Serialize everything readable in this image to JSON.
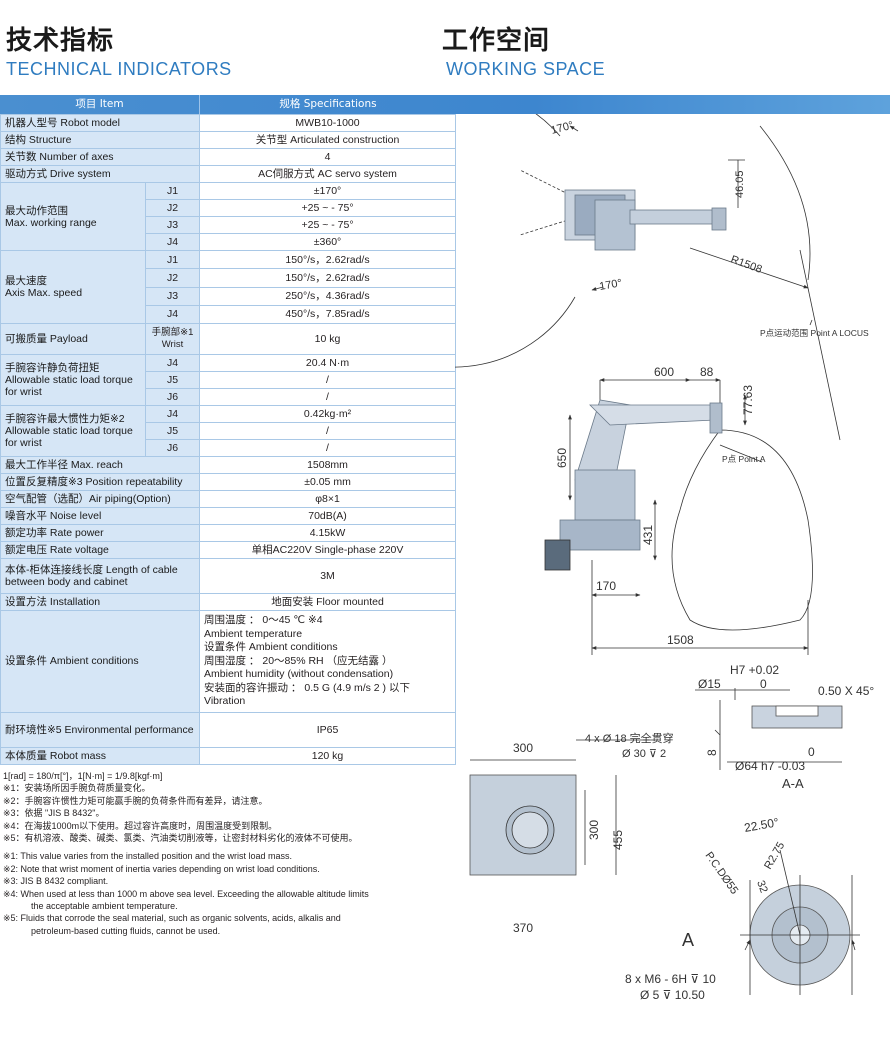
{
  "headings": {
    "tech_cn": "技术指标",
    "tech_en": "TECHNICAL INDICATORS",
    "work_cn": "工作空间",
    "work_en": "WORKING SPACE"
  },
  "table": {
    "header": {
      "item": "项目  Item",
      "spec": "规格  Specifications"
    },
    "model": {
      "label": "机器人型号   Robot model",
      "value": "MWB10-1000"
    },
    "structure": {
      "label": "结构   Structure",
      "value": "关节型  Articulated construction"
    },
    "axes": {
      "label": "关节数   Number of axes",
      "value": "4"
    },
    "drive": {
      "label": "驱动方式   Drive system",
      "value": "AC伺服方式   AC servo system"
    },
    "range": {
      "label_cn": "最大动作范围",
      "label_en": "Max. working range",
      "rows": [
        {
          "axis": "J1",
          "value": "±170°"
        },
        {
          "axis": "J2",
          "value": "+25  ~  - 75°"
        },
        {
          "axis": "J3",
          "value": "+25  ~  - 75°"
        },
        {
          "axis": "J4",
          "value": "±360°"
        }
      ]
    },
    "speed": {
      "label_cn": "最大速度",
      "label_en": "Axis Max. speed",
      "rows": [
        {
          "axis": "J1",
          "value": "150°/s，2.62rad/s"
        },
        {
          "axis": "J2",
          "value": "150°/s，2.62rad/s"
        },
        {
          "axis": "J3",
          "value": "250°/s，4.36rad/s"
        },
        {
          "axis": "J4",
          "value": "450°/s，7.85rad/s"
        }
      ]
    },
    "payload": {
      "label": "可搬质量    Payload",
      "sub_cn": "手腕部※1",
      "sub_en": "Wrist",
      "value": "10 kg"
    },
    "torque": {
      "label_cn": "手腕容许静负荷扭矩",
      "label_en1": "Allowable static load torque",
      "label_en2": "for wrist",
      "rows": [
        {
          "axis": "J4",
          "value": "20.4 N·m"
        },
        {
          "axis": "J5",
          "value": "/"
        },
        {
          "axis": "J6",
          "value": "/"
        }
      ]
    },
    "inertia": {
      "label_cn": "手腕容许最大惯性力矩※2",
      "label_en1": "Allowable static load torque",
      "label_en2": "for wrist",
      "rows": [
        {
          "axis": "J4",
          "value": "0.42kg·m²"
        },
        {
          "axis": "J5",
          "value": "/"
        },
        {
          "axis": "J6",
          "value": "/"
        }
      ]
    },
    "reach": {
      "label": "最大工作半径   Max. reach",
      "value": "1508mm"
    },
    "repeat": {
      "label": "位置反复精度※3  Position repeatability",
      "value": "±0.05 mm"
    },
    "air": {
      "label": "空气配管（选配）Air piping(Option)",
      "value": "φ8×1"
    },
    "noise": {
      "label": "噪音水平  Noise level",
      "value": "70dB(A)"
    },
    "power": {
      "label": "额定功率 Rate power",
      "value": "4.15kW"
    },
    "voltage": {
      "label": "额定电压 Rate voltage",
      "value": "单相AC220V   Single-phase 220V"
    },
    "cable": {
      "label1": "本体-柜体连接线长度   Length of cable",
      "label2": "between body and cabinet",
      "value": "3M"
    },
    "install": {
      "label": "设置方法    Installation",
      "value": "地面安装  Floor mounted"
    },
    "ambient": {
      "label": "设置条件    Ambient conditions",
      "lines": [
        "周围温度  ：  0～45 ℃ ※4",
        "Ambient temperature",
        "设置条件 Ambient conditions",
        "周围湿度  ：  20～85% RH  （应无结露 ）",
        "Ambient humidity (without condensation)",
        "安装面的容许振动  ：  0.5 G (4.9 m/s 2 ) 以下",
        "Vibration"
      ]
    },
    "env": {
      "label": "耐环境性※5  Environmental performance",
      "value": "IP65"
    },
    "mass": {
      "label": "本体质量  Robot mass",
      "value": "120 kg"
    }
  },
  "notes": {
    "units": "1[rad] = 180/π[°]，1[N·m] = 1/9.8[kgf·m]",
    "cn": [
      "※1：安装场所因手腕负荷质量变化。",
      "※2：手腕容许惯性力矩可能赢手腕的负荷条件而有差异，请注意。",
      "※3：依据 \"JIS B 8432\"。",
      "※4：在海拔1000m以下使用。超过容许高度时，周围温度受到限制。",
      "※5：有机溶液、酸类、碱类、氯类、汽油类切削液等，让密封材料劣化的液体不可使用。"
    ],
    "en": [
      "※1: This value varies from the installed position and the wrist load mass.",
      "※2: Note that wrist moment of inertia varies depending on wrist load conditions.",
      "※3: JIS B 8432 compliant.",
      "※4: When used at less than 1000 m above sea level. Exceeding the allowable altitude limits",
      "the acceptable ambient temperature.",
      "※5: Fluids that corrode the seal material, such as organic solvents, acids, alkalis and",
      "petroleum-based cutting fluids, cannot be used."
    ]
  },
  "drawing": {
    "top_view": {
      "angle_top": "170°",
      "angle_bottom": "170°",
      "dim_46": "46.05",
      "radius": "R1508",
      "locus_label": "P点运动范围 Point A LOCUS"
    },
    "side_view": {
      "dim_600": "600",
      "dim_88": "88",
      "dim_77": "77.63",
      "dim_650": "650",
      "dim_431": "431",
      "dim_170": "170",
      "dim_1508": "1508",
      "point_a": "P点  Point A"
    },
    "flange_section": {
      "h7": "H7 +0.02",
      "zero1": "0",
      "d15": "Ø15",
      "chamfer": "0.50 X 45°",
      "zero2": "0",
      "d64": "Ø64 h7 -0.03",
      "dim_8": "8",
      "section": "A-A"
    },
    "base": {
      "dim_300_top": "300",
      "dim_300_side": "300",
      "dim_455": "455",
      "dim_370": "370",
      "hole_note1": "4 x Ø 18 完全贯穿",
      "hole_note2": "Ø 30 ⊽ 2"
    },
    "flange_front": {
      "angle": "22.50°",
      "r275": "R2.75",
      "dim_32": "32",
      "pcd": "P.C.DØ55",
      "view": "A",
      "thread1": "8 x  M6 - 6H ⊽ 10",
      "thread2": "Ø 5 ⊽ 10.50"
    }
  }
}
